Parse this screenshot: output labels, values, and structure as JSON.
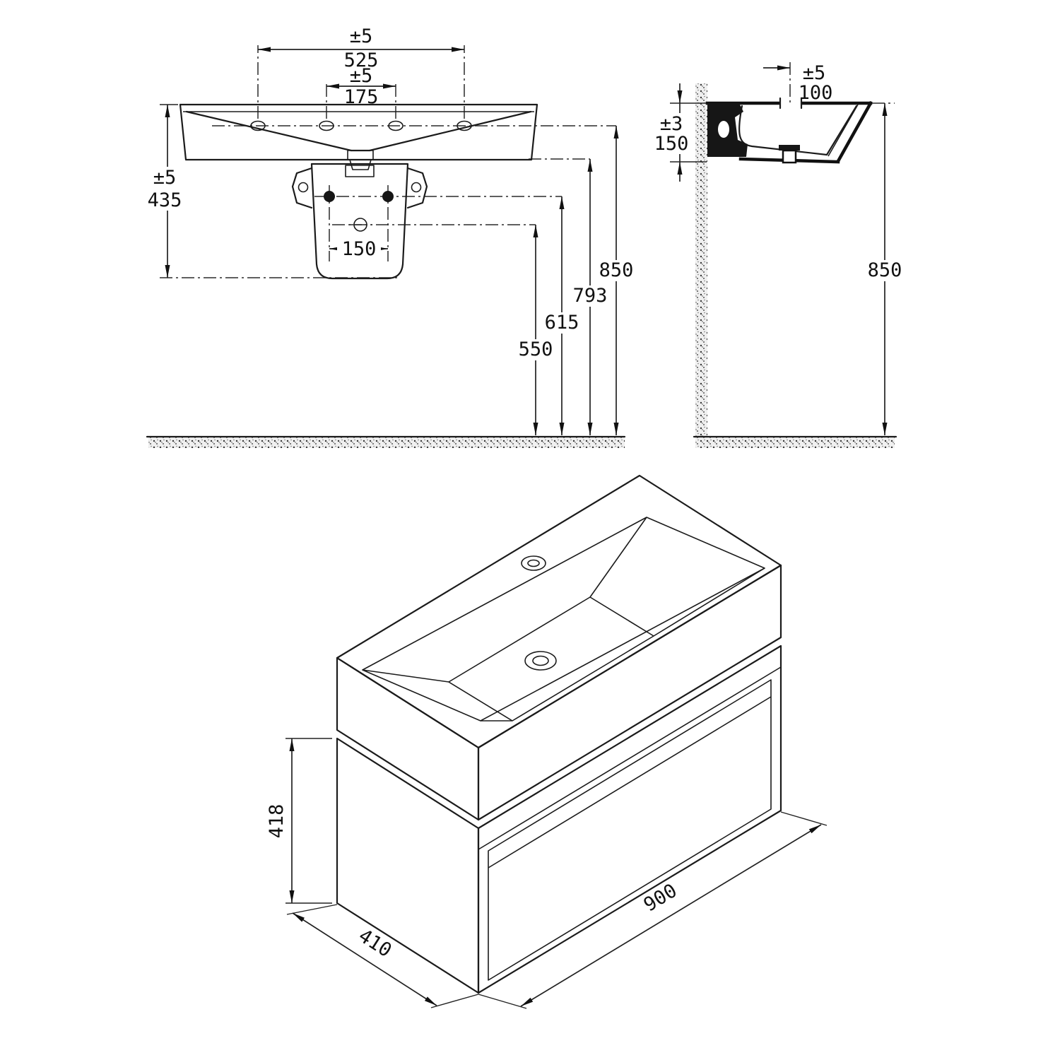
{
  "front_view": {
    "dim_outer_holes_tolerance": "±5",
    "dim_outer_holes": "525",
    "dim_inner_holes_tolerance": "±5",
    "dim_inner_holes": "175",
    "dim_trap_depth_tolerance": "±5",
    "dim_trap_depth": "435",
    "dim_bolt_spacing": "150",
    "dim_rim_height": "850",
    "dim_height_793": "793",
    "dim_height_615": "615",
    "dim_height_550": "550"
  },
  "side_view": {
    "dim_tap_tolerance": "±5",
    "dim_tap_offset": "100",
    "dim_basin_depth_tolerance": "±3",
    "dim_basin_depth": "150",
    "dim_rim_height": "850"
  },
  "iso_view": {
    "dim_height": "418",
    "dim_depth": "410",
    "dim_width": "900"
  },
  "colors": {
    "line": "#1b1b1b",
    "background": "#ffffff"
  }
}
